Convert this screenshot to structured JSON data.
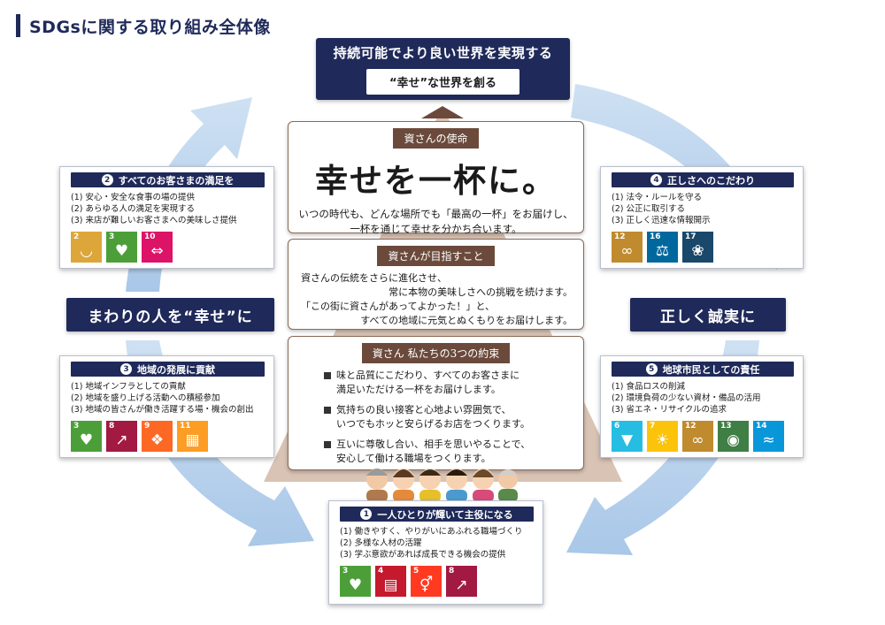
{
  "page_title": "SDGsに関する取り組み全体像",
  "mission": {
    "main": "持続可能でより良い世界を実現する",
    "sub": "“幸せ”な世界を創る"
  },
  "purpose": {
    "label": "資さんの使命",
    "catchphrase": "幸せを一杯に。",
    "lines": [
      "いつの時代も、どんな場所でも「最高の一杯」をお届けし、",
      "一杯を通じて幸せを分かち合います。"
    ]
  },
  "aim": {
    "label": "資さんが目指すこと",
    "lines": [
      "資さんの伝統をさらに進化させ、",
      "常に本物の美味しさへの挑戦を続けます。",
      "「この街に資さんがあってよかった！」と、",
      "すべての地域に元気とぬくもりをお届けします。"
    ]
  },
  "promises": {
    "label": "資さん 私たちの3つの約束",
    "items": [
      {
        "line1": "味と品質にこだわり、すべてのお客さまに",
        "line2": "満足いただける一杯をお届けします。"
      },
      {
        "line1": "気持ちの良い接客と心地よい雰囲気で、",
        "line2": "いつでもホッと安らげるお店をつくります。"
      },
      {
        "line1": "互いに尊敬し合い、相手を思いやることで、",
        "line2": "安心して働ける職場をつくります。"
      }
    ]
  },
  "banners": {
    "left": "まわりの人を“幸せ”に",
    "right": "正しく誠実に"
  },
  "goals": {
    "g2": {
      "num": "2",
      "title": "すべてのお客さまの満足を",
      "items": [
        "(1) 安心・安全な食事の場の提供",
        "(2) あらゆる人の満足を実現する",
        "(3) 来店が難しいお客さまへの美味しさ提供"
      ],
      "icons": [
        {
          "num": "2",
          "color": "#DDA63A",
          "icon": "food-bowl-icon"
        },
        {
          "num": "3",
          "color": "#4C9F38",
          "icon": "health-heart-icon"
        },
        {
          "num": "10",
          "color": "#DD1367",
          "icon": "equality-icon"
        }
      ]
    },
    "g4": {
      "num": "4",
      "title": "正しさへのこだわり",
      "items": [
        "(1) 法令・ルールを守る",
        "(2) 公正に取引する",
        "(3) 正しく迅速な情報開示"
      ],
      "icons": [
        {
          "num": "12",
          "color": "#BF8B2E",
          "icon": "infinity-icon"
        },
        {
          "num": "16",
          "color": "#00689D",
          "icon": "dove-gavel-icon"
        },
        {
          "num": "17",
          "color": "#19486A",
          "icon": "partnership-flower-icon"
        }
      ]
    },
    "g3": {
      "num": "3",
      "title": "地域の発展に貢献",
      "items": [
        "(1) 地域インフラとしての貢献",
        "(2) 地域を盛り上げる活動への積極参加",
        "(3) 地域の皆さんが働き活躍する場・機会の創出"
      ],
      "icons": [
        {
          "num": "3",
          "color": "#4C9F38",
          "icon": "health-heart-icon"
        },
        {
          "num": "8",
          "color": "#A21942",
          "icon": "growth-chart-icon"
        },
        {
          "num": "9",
          "color": "#FD6925",
          "icon": "innovation-cubes-icon"
        },
        {
          "num": "11",
          "color": "#FD9D24",
          "icon": "city-icon"
        }
      ]
    },
    "g5": {
      "num": "5",
      "title": "地球市民としての責任",
      "items": [
        "(1) 食品ロスの削減",
        "(2) 環境負荷の少ない資材・備品の活用",
        "(3) 省エネ・リサイクルの追求"
      ],
      "icons": [
        {
          "num": "6",
          "color": "#26BDE2",
          "icon": "water-drop-icon"
        },
        {
          "num": "7",
          "color": "#FCC30B",
          "icon": "sun-energy-icon"
        },
        {
          "num": "12",
          "color": "#BF8B2E",
          "icon": "infinity-icon"
        },
        {
          "num": "13",
          "color": "#3F7E44",
          "icon": "climate-eye-icon"
        },
        {
          "num": "14",
          "color": "#0A97D9",
          "icon": "fish-icon"
        }
      ]
    },
    "g1": {
      "num": "1",
      "title": "一人ひとりが輝いて主役になる",
      "items": [
        "(1) 働きやすく、やりがいにあふれる職場づくり",
        "(2) 多様な人材の活躍",
        "(3) 学ぶ意欲があれば成長できる機会の提供"
      ],
      "icons": [
        {
          "num": "3",
          "color": "#4C9F38",
          "icon": "health-heart-icon"
        },
        {
          "num": "4",
          "color": "#C5192D",
          "icon": "education-book-icon"
        },
        {
          "num": "5",
          "color": "#FF3A21",
          "icon": "gender-icon"
        },
        {
          "num": "8",
          "color": "#A21942",
          "icon": "growth-chart-icon"
        }
      ]
    }
  },
  "colors": {
    "navy": "#1f2a5a",
    "brown": "#6b4a3c",
    "cycle_arrow": "#b9d2ec",
    "pyramid": "#d9c3b4"
  }
}
